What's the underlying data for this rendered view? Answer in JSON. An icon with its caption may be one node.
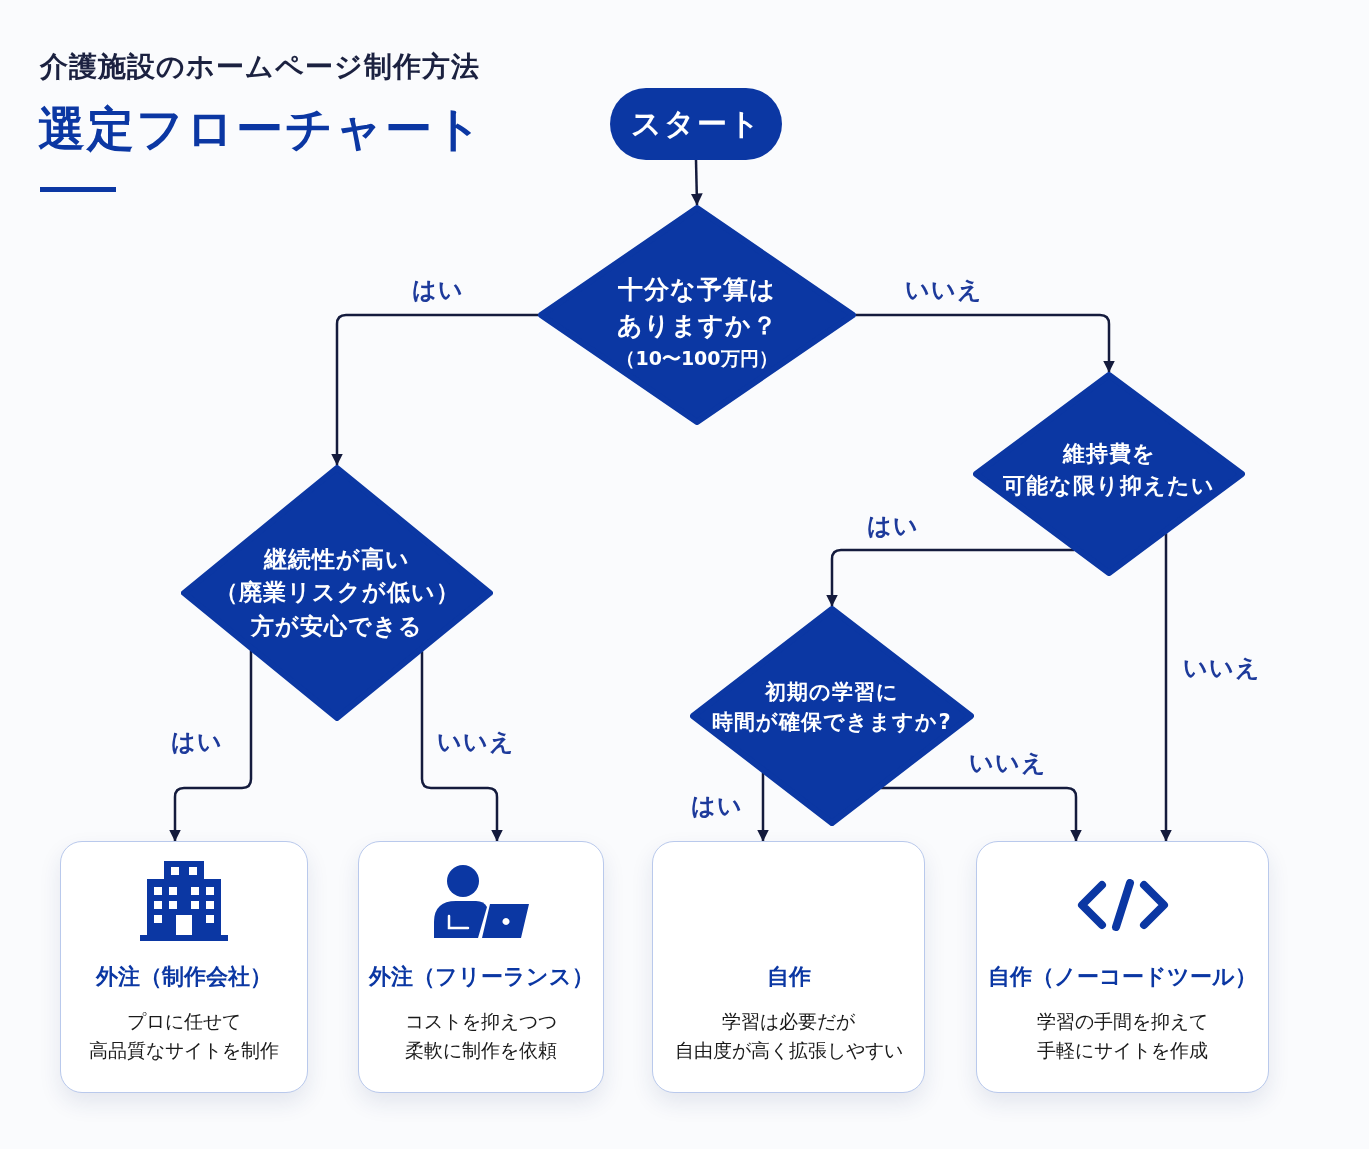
{
  "diagram": {
    "title": "選定フローチャート",
    "nodes": [
      {
        "text": [
          "スタート"
        ]
      },
      {
        "text": [
          "十分な予算はありますか？",
          "（10〜100万円）"
        ]
      },
      {
        "text": [
          "維持費を可能な限り抑えたい"
        ]
      },
      {
        "text": [
          "継続性が高い（廃業リスクが低い）方が安心できる"
        ]
      },
      {
        "text": [
          "初期の学習に時間が確保できますか?"
        ]
      },
      {
        "text": [
          "外注（制作会社）",
          "プロに任せて高品質なサイトを制作"
        ]
      },
      {
        "text": [
          "外注（フリーランス）",
          "コストを抑えつつ柔軟に制作を依頼"
        ]
      },
      {
        "text": [
          "自作",
          "学習は必要だが自由度が高く拡張しやすい"
        ]
      },
      {
        "text": [
          "自作（ノーコードツール）",
          "学習の手間を抑えて手軽にサイトを作成"
        ]
      }
    ],
    "edges": [
      {
        "from": 0,
        "to": 1,
        "arrow": "to"
      },
      {
        "from": 1,
        "to": 3,
        "arrow": "to",
        "label": "はい"
      },
      {
        "from": 1,
        "to": 2,
        "arrow": "to",
        "label": "いいえ"
      },
      {
        "from": 2,
        "to": 4,
        "arrow": "to",
        "label": "はい"
      },
      {
        "from": 2,
        "to": 8,
        "arrow": "to",
        "label": "いいえ"
      },
      {
        "from": 3,
        "to": 5,
        "arrow": "to",
        "label": "はい"
      },
      {
        "from": 3,
        "to": 6,
        "arrow": "to",
        "label": "いいえ"
      },
      {
        "from": 4,
        "to": 7,
        "arrow": "to",
        "label": "はい"
      },
      {
        "from": 4,
        "to": 8,
        "arrow": "to",
        "label": "いいえ"
      }
    ],
    "labels": [
      "介護施設のホームページ制作方法"
    ]
  }
}
